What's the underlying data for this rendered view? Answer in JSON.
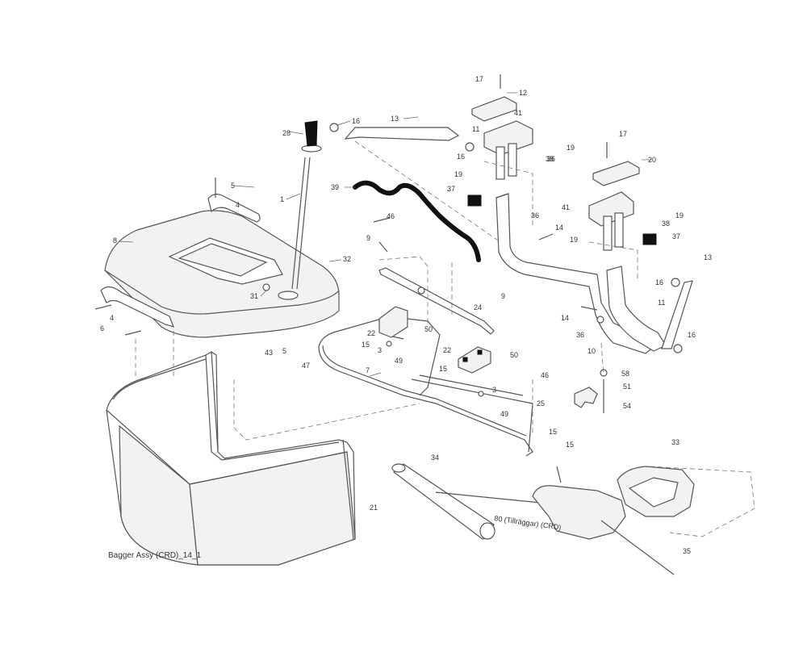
{
  "caption": "Bagger Assy (CRD)_14_1",
  "inline_text": "80 (Tillräggar) (CRD)",
  "callouts": {
    "c1": "1",
    "c3a": "3",
    "c3b": "3",
    "c4a": "4",
    "c4b": "4",
    "c5a": "5",
    "c5b": "5",
    "c6": "6",
    "c7": "7",
    "c8": "8",
    "c9a": "9",
    "c9b": "9",
    "c10": "10",
    "c11a": "11",
    "c11b": "11",
    "c12": "12",
    "c13a": "13",
    "c13b": "13",
    "c14a": "14",
    "c14b": "14",
    "c15a": "15",
    "c15b": "15",
    "c15c": "15",
    "c15d": "15",
    "c16a": "16",
    "c16b": "16",
    "c16c": "16",
    "c16d": "16",
    "c17a": "17",
    "c17b": "17",
    "c19a": "19",
    "c19b": "19",
    "c19c": "19",
    "c19d": "19",
    "c20": "20",
    "c21": "21",
    "c22a": "22",
    "c22b": "22",
    "c24": "24",
    "c25": "25",
    "c28": "28",
    "c31": "31",
    "c32": "32",
    "c33": "33",
    "c34": "34",
    "c35": "35",
    "c36a": "36",
    "c36b": "36",
    "c36c": "36",
    "c37a": "37",
    "c37b": "37",
    "c38a": "38",
    "c38b": "38",
    "c39": "39",
    "c41a": "41",
    "c41b": "41",
    "c43": "43",
    "c46a": "46",
    "c46b": "46",
    "c47": "47",
    "c49a": "49",
    "c49b": "49",
    "c50a": "50",
    "c50b": "50",
    "c51": "51",
    "c54": "54",
    "c58": "58"
  }
}
